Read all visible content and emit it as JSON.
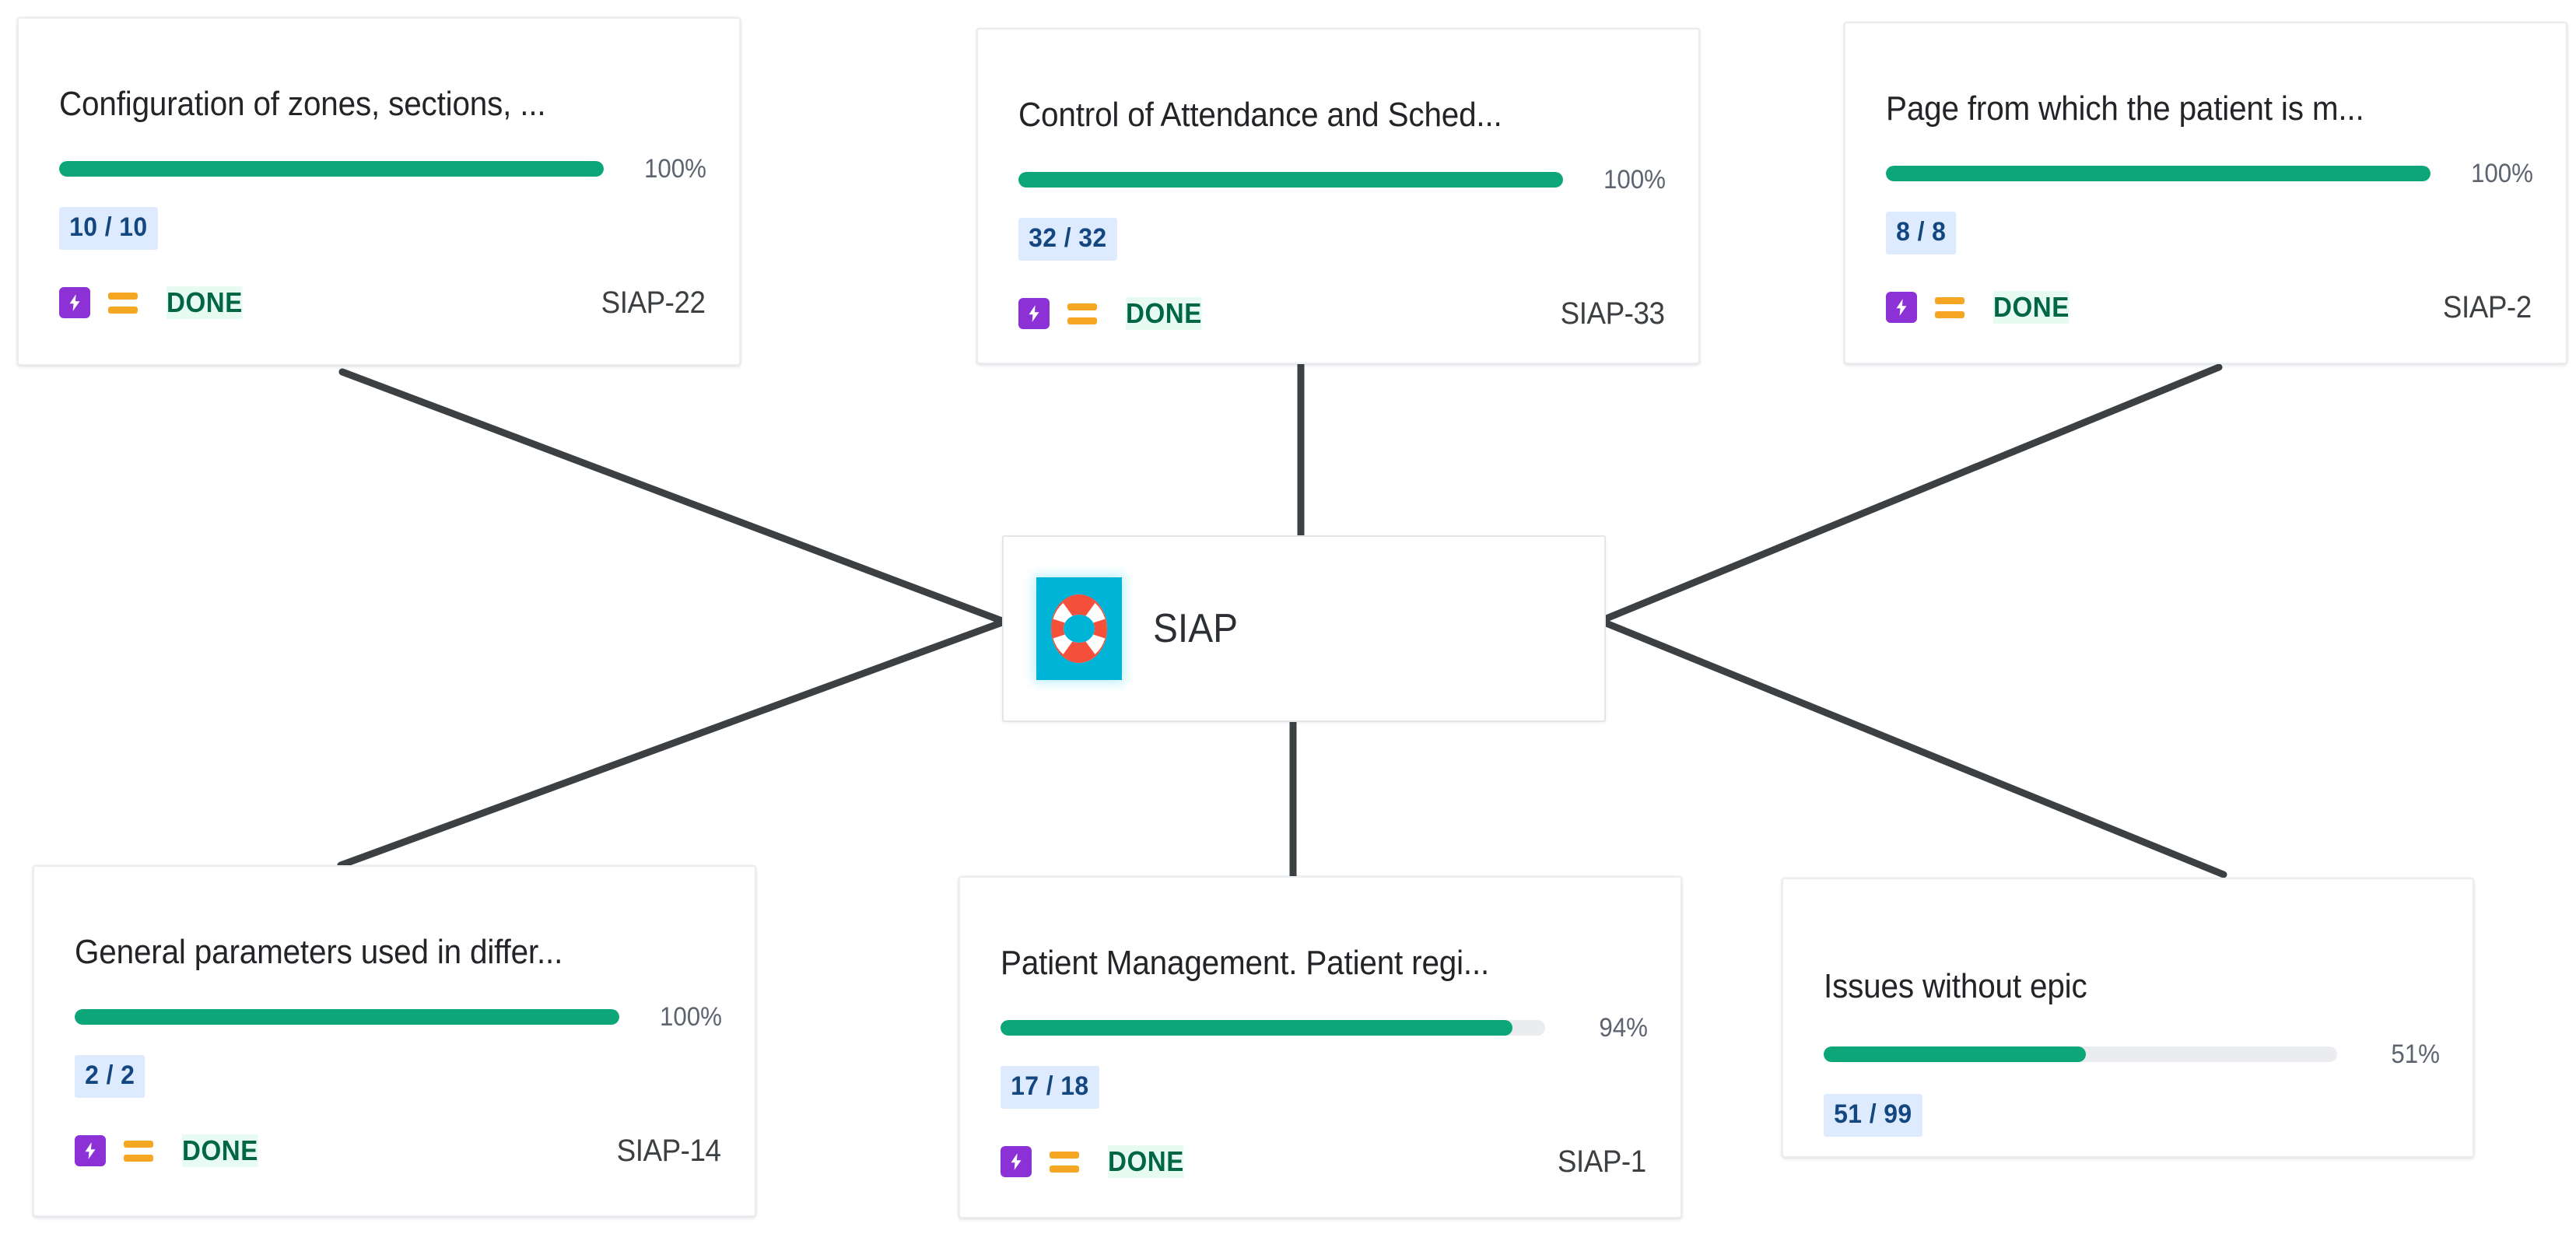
{
  "diagram": {
    "type": "mind-map",
    "center": {
      "label": "SIAP",
      "icon": "lifebuoy-icon",
      "icon_bg_color": "#00b4d8"
    },
    "colors": {
      "progress_fill": "#0ca678",
      "progress_track": "#ebecf0",
      "badge_bg": "#deebff",
      "badge_text": "#14477f",
      "status_text": "#006644",
      "epic_icon_bg": "#8b31d6",
      "priority_icon": "#f5a623",
      "card_border": "#ecedef",
      "edge": "#3c4043"
    },
    "nodes": [
      {
        "id": "siap-22",
        "position": "top-left",
        "title": "Configuration of zones, sections, ...",
        "progress_percent": 100,
        "progress_label": "100%",
        "count": "10 / 10",
        "completed": 10,
        "total": 10,
        "epic_icon": "epic-bolt-icon",
        "priority_icon": "priority-medium-icon",
        "status": "DONE",
        "issue_key": "SIAP-22",
        "has_status_row": true
      },
      {
        "id": "siap-33",
        "position": "top-center",
        "title": "Control of Attendance and Sched...",
        "progress_percent": 100,
        "progress_label": "100%",
        "count": "32 / 32",
        "completed": 32,
        "total": 32,
        "epic_icon": "epic-bolt-icon",
        "priority_icon": "priority-medium-icon",
        "status": "DONE",
        "issue_key": "SIAP-33",
        "has_status_row": true
      },
      {
        "id": "siap-2",
        "position": "top-right",
        "title": "Page from which the patient is m...",
        "progress_percent": 100,
        "progress_label": "100%",
        "count": "8 / 8",
        "completed": 8,
        "total": 8,
        "epic_icon": "epic-bolt-icon",
        "priority_icon": "priority-medium-icon",
        "status": "DONE",
        "issue_key": "SIAP-2",
        "has_status_row": true
      },
      {
        "id": "siap-14",
        "position": "bottom-left",
        "title": "General parameters used in differ...",
        "progress_percent": 100,
        "progress_label": "100%",
        "count": "2 / 2",
        "completed": 2,
        "total": 2,
        "epic_icon": "epic-bolt-icon",
        "priority_icon": "priority-medium-icon",
        "status": "DONE",
        "issue_key": "SIAP-14",
        "has_status_row": true
      },
      {
        "id": "siap-1",
        "position": "bottom-center",
        "title": "Patient Management. Patient regi...",
        "progress_percent": 94,
        "progress_label": "94%",
        "count": "17 / 18",
        "completed": 17,
        "total": 18,
        "epic_icon": "epic-bolt-icon",
        "priority_icon": "priority-medium-icon",
        "status": "DONE",
        "issue_key": "SIAP-1",
        "has_status_row": true
      },
      {
        "id": "issues-without-epic",
        "position": "bottom-right",
        "title": "Issues without epic",
        "progress_percent": 51,
        "progress_label": "51%",
        "count": "51 / 99",
        "completed": 51,
        "total": 99,
        "epic_icon": null,
        "priority_icon": null,
        "status": null,
        "issue_key": null,
        "has_status_row": false
      }
    ]
  }
}
